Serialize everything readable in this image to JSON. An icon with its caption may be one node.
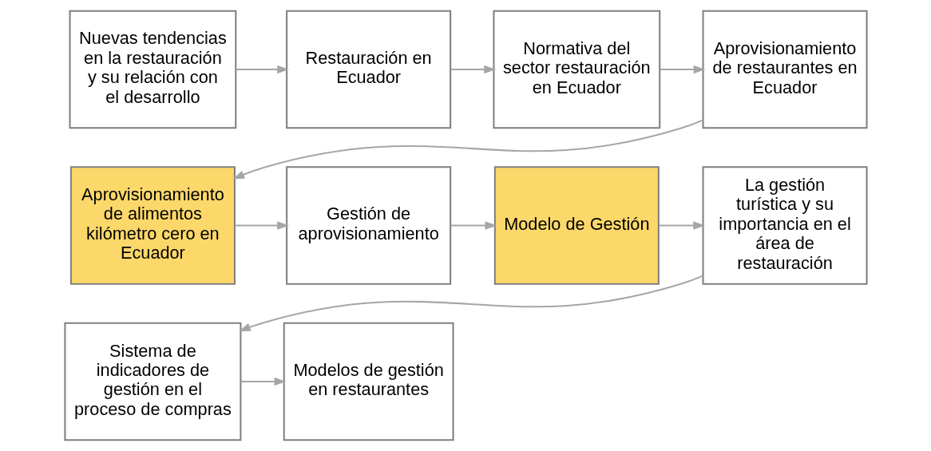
{
  "diagram": {
    "nodes": [
      {
        "text": [
          "Nuevas tendencias en la restauración y su relación con el desarrollo"
        ]
      },
      {
        "text": [
          "Restauración en Ecuador"
        ]
      },
      {
        "text": [
          "Normativa del sector restauración en Ecuador"
        ]
      },
      {
        "text": [
          "Aprovisionamiento de restaurantes en Ecuador"
        ]
      },
      {
        "text": [
          "Aprovisionamiento de alimentos kilómetro cero en Ecuador"
        ]
      },
      {
        "text": [
          "Gestión de aprovisionamiento"
        ]
      },
      {
        "text": [
          "Modelo de Gestión"
        ]
      },
      {
        "text": [
          "La gestión turística y su importancia en el área de restauración"
        ]
      },
      {
        "text": [
          "Sistema de indicadores de gestión en el proceso de compras"
        ]
      },
      {
        "text": [
          "Modelos de gestión en restaurantes"
        ]
      }
    ],
    "edges": [
      {
        "from": 0,
        "to": 1,
        "arrow": "to"
      },
      {
        "from": 1,
        "to": 2,
        "arrow": "to"
      },
      {
        "from": 2,
        "to": 3,
        "arrow": "to"
      },
      {
        "from": 3,
        "to": 4,
        "arrow": "to"
      },
      {
        "from": 4,
        "to": 5,
        "arrow": "to"
      },
      {
        "from": 5,
        "to": 6,
        "arrow": "to"
      },
      {
        "from": 6,
        "to": 7,
        "arrow": "to"
      },
      {
        "from": 7,
        "to": 8,
        "arrow": "to"
      },
      {
        "from": 8,
        "to": 9,
        "arrow": "to"
      }
    ]
  }
}
